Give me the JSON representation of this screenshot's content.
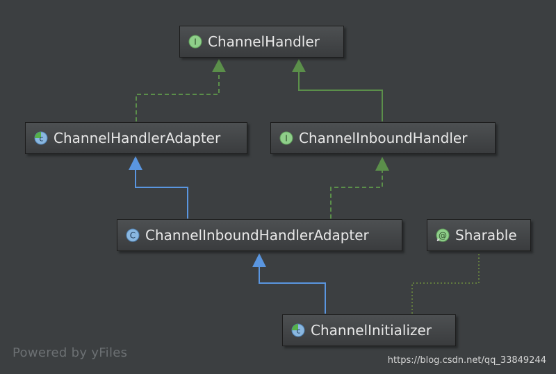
{
  "nodes": {
    "channel_handler": {
      "label": "ChannelHandler",
      "kind": "interface"
    },
    "channel_handler_adapter": {
      "label": "ChannelHandlerAdapter",
      "kind": "abstract-class"
    },
    "channel_inbound_handler": {
      "label": "ChannelInboundHandler",
      "kind": "interface"
    },
    "channel_inbound_handler_adapter": {
      "label": "ChannelInboundHandlerAdapter",
      "kind": "class"
    },
    "sharable": {
      "label": "Sharable",
      "kind": "annotation"
    },
    "channel_initializer": {
      "label": "ChannelInitializer",
      "kind": "abstract-class"
    }
  },
  "edges": [
    {
      "from": "channel_handler_adapter",
      "to": "channel_handler",
      "type": "implements"
    },
    {
      "from": "channel_inbound_handler",
      "to": "channel_handler",
      "type": "extends-interface"
    },
    {
      "from": "channel_inbound_handler_adapter",
      "to": "channel_handler_adapter",
      "type": "extends"
    },
    {
      "from": "channel_inbound_handler_adapter",
      "to": "channel_inbound_handler",
      "type": "implements"
    },
    {
      "from": "channel_initializer",
      "to": "channel_inbound_handler_adapter",
      "type": "extends"
    },
    {
      "from": "channel_initializer",
      "to": "sharable",
      "type": "annotated"
    }
  ],
  "icons": {
    "interface": "interface-icon",
    "abstract_class": "abstract-class-icon",
    "class": "class-icon",
    "annotation": "annotation-icon"
  },
  "colors": {
    "background": "#3c3f41",
    "implements_edge": "#5b8f4a",
    "extends_edge": "#5a96e0",
    "annotation_edge": "#6f8f3f",
    "node_text": "#e8e8e8"
  },
  "footer": {
    "watermark": "Powered by yFiles",
    "source": "https://blog.csdn.net/qq_33849244"
  }
}
